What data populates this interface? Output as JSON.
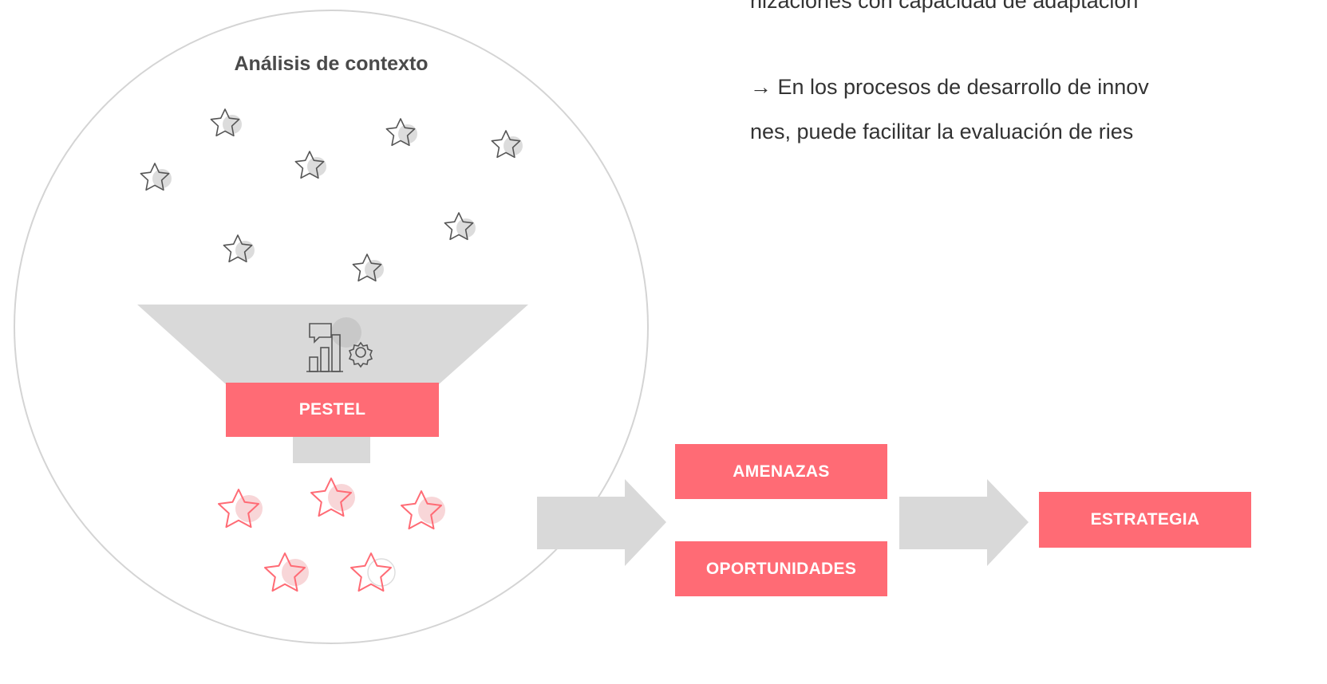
{
  "diagram": {
    "title": "Análisis de contexto",
    "filter_label": "PESTEL",
    "outputs": [
      "AMENAZAS",
      "OPORTUNIDADES"
    ],
    "result_label": "ESTRATEGIA"
  },
  "text_lines": [
    "nizaciones con capacidad de adaptación",
    "→ En los procesos de desarrollo de innov",
    "nes, puede facilitar la evaluación de ries"
  ],
  "icons": {
    "input": "star-outline-icon",
    "filter": "chart-gear-icon",
    "output": "star-highlight-icon",
    "flow": "arrow-right-icon"
  },
  "colors": {
    "accent": "#ff6b75",
    "neutral": "#d9d9d9",
    "outline": "#555555",
    "circle_border": "#d4d4d4"
  }
}
